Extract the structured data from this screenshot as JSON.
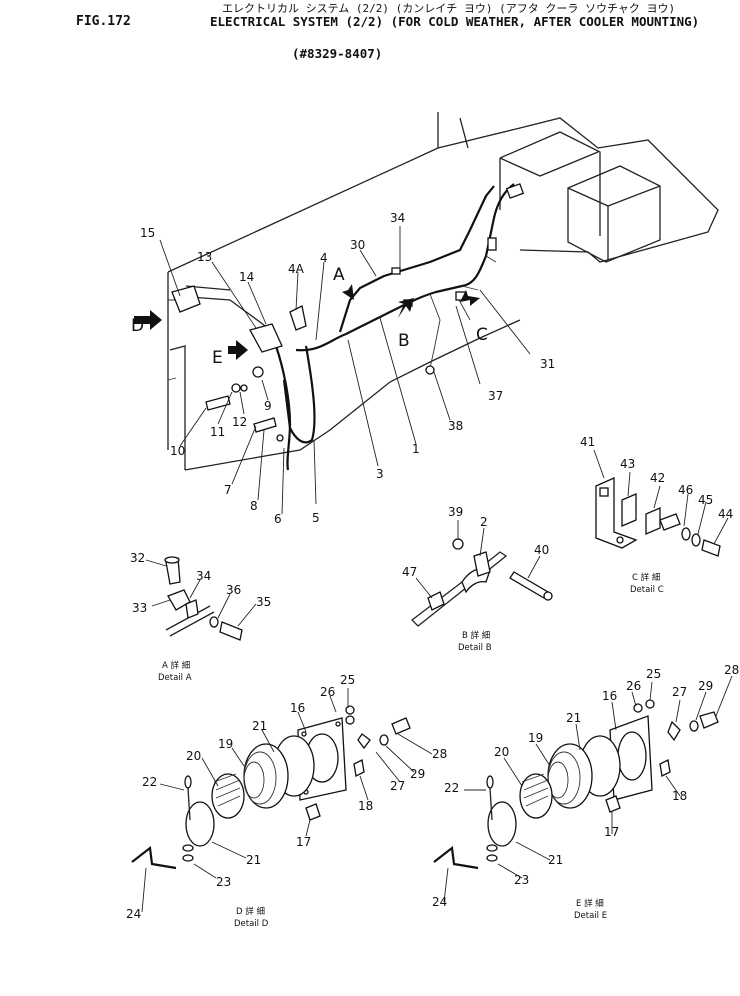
{
  "header": {
    "fig_no": "FIG.172",
    "title_jp": "エレクトリカル システム (2/2) (カンレイチ ヨウ) (アフタ クーラ ソウチャク ヨウ)",
    "title_en": "ELECTRICAL SYSTEM (2/2) (FOR COLD WEATHER, AFTER COOLER MOUNTING)",
    "serial": "(#8329-8407)"
  },
  "callouts": {
    "c1": "1",
    "c2": "2",
    "c3": "3",
    "c4": "4",
    "c4a": "4A",
    "c5": "5",
    "c6": "6",
    "c7": "7",
    "c8": "8",
    "c9": "9",
    "c10": "10",
    "c11": "11",
    "c12": "12",
    "c13": "13",
    "c14": "14",
    "c15": "15",
    "c30": "30",
    "c31": "31",
    "c34": "34",
    "c37": "37",
    "c38": "38",
    "b39": "39",
    "b2": "2",
    "b40": "40",
    "b47": "47",
    "c41": "41",
    "c43": "43",
    "c42": "42",
    "c46": "46",
    "c45": "45",
    "c44": "44",
    "a32": "32",
    "a34": "34",
    "a33": "33",
    "a36": "36",
    "a35": "35",
    "d16": "16",
    "d26": "26",
    "d25": "25",
    "d21a": "21",
    "d20": "20",
    "d19": "19",
    "d22": "22",
    "d28": "28",
    "d29": "29",
    "d27": "27",
    "d18": "18",
    "d17": "17",
    "d21b": "21",
    "d23": "23",
    "d24": "24",
    "e16": "16",
    "e26": "26",
    "e25": "25",
    "e28": "28",
    "e27": "27",
    "e29": "29",
    "e21a": "21",
    "e20": "20",
    "e19": "19",
    "e22": "22",
    "e18": "18",
    "e17": "17",
    "e21b": "21",
    "e23": "23",
    "e24": "24"
  },
  "view_letters": {
    "A": "A",
    "B": "B",
    "C": "C",
    "D": "D",
    "E": "E"
  },
  "details": {
    "a_jp": "A 詳 細",
    "a_en": "Detail A",
    "b_jp": "B 詳 細",
    "b_en": "Detail B",
    "c_jp": "C 詳 細",
    "c_en": "Detail C",
    "d_jp": "D 詳 細",
    "d_en": "Detail D",
    "e_jp": "E 詳 細",
    "e_en": "Detail E"
  }
}
